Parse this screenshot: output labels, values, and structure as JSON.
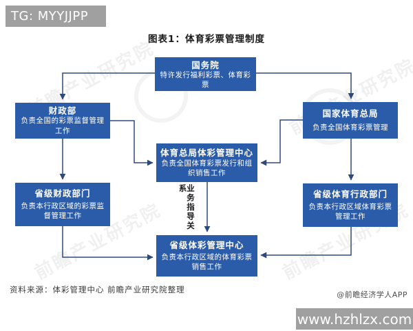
{
  "overlay": {
    "tg_banner": "TG: MYYJJPP",
    "url_banner": "www.hzhlzx.com"
  },
  "title": "图表1：体育彩票管理制度",
  "diagram": {
    "nodes": [
      {
        "title": "国务院",
        "desc": "特许发行福利彩票、体育彩票"
      },
      {
        "title": "财政部",
        "desc": "负责全国的彩票监督管理工作"
      },
      {
        "title": "国家体育总局",
        "desc": "负责全国体育彩票管理"
      },
      {
        "title": "体育总局体彩管理中心",
        "desc": "负责全国体育彩票发行和组织销售工作"
      },
      {
        "title": "省级财政部门",
        "desc": "负责本行政区域的彩票监督管理工作"
      },
      {
        "title": "省级体育行政部门",
        "desc": "负责本行政区域体育彩票管理工作"
      },
      {
        "title": "省级体彩管理中心",
        "desc": "负责本行政区域的体育彩票销售工作"
      }
    ],
    "edge_label": "业务指导关系"
  },
  "footer": {
    "source": "资料来源：体彩管理中心 前瞻产业研究院整理",
    "credit": "@前瞻经济学人APP"
  },
  "watermark": {
    "text": "前瞻产业研究院"
  },
  "colors": {
    "box_blue": "#2b5ca9",
    "line_navy": "#2e4a7a",
    "banner_gray": "#a0a0a0",
    "title_color": "#1a1a1a"
  }
}
